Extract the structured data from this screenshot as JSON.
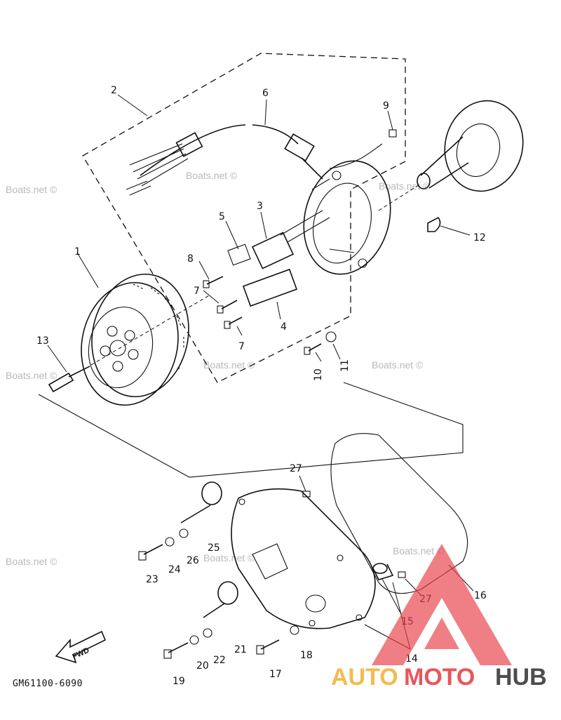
{
  "diagram": {
    "callouts": [
      {
        "id": "c1",
        "text": "1"
      },
      {
        "id": "c2",
        "text": "2"
      },
      {
        "id": "c3",
        "text": "3"
      },
      {
        "id": "c4",
        "text": "4"
      },
      {
        "id": "c5",
        "text": "5"
      },
      {
        "id": "c6",
        "text": "6"
      },
      {
        "id": "c7a",
        "text": "7"
      },
      {
        "id": "c7b",
        "text": "7"
      },
      {
        "id": "c8",
        "text": "8"
      },
      {
        "id": "c9",
        "text": "9"
      },
      {
        "id": "c10",
        "text": "10"
      },
      {
        "id": "c11",
        "text": "11"
      },
      {
        "id": "c12",
        "text": "12"
      },
      {
        "id": "c13",
        "text": "13"
      },
      {
        "id": "c14",
        "text": "14"
      },
      {
        "id": "c15",
        "text": "15"
      },
      {
        "id": "c16",
        "text": "16"
      },
      {
        "id": "c17",
        "text": "17"
      },
      {
        "id": "c18",
        "text": "18"
      },
      {
        "id": "c19",
        "text": "19"
      },
      {
        "id": "c20",
        "text": "20"
      },
      {
        "id": "c21",
        "text": "21"
      },
      {
        "id": "c22",
        "text": "22"
      },
      {
        "id": "c23",
        "text": "23"
      },
      {
        "id": "c24",
        "text": "24"
      },
      {
        "id": "c25",
        "text": "25"
      },
      {
        "id": "c26",
        "text": "26"
      },
      {
        "id": "c27a",
        "text": "27"
      },
      {
        "id": "c27b",
        "text": "27"
      }
    ],
    "watermark": "Boats.net ©",
    "fwd_label": "FWD",
    "drawing_code": "GM61100-6090"
  },
  "logo": {
    "auto": "AUTO",
    "moto": "MOTO",
    "hub": "HUB",
    "colors": {
      "auto": "#f2b43c",
      "moto": "#e8434a",
      "hub": "#3a3a3a",
      "triangle": "#e8434a"
    }
  }
}
